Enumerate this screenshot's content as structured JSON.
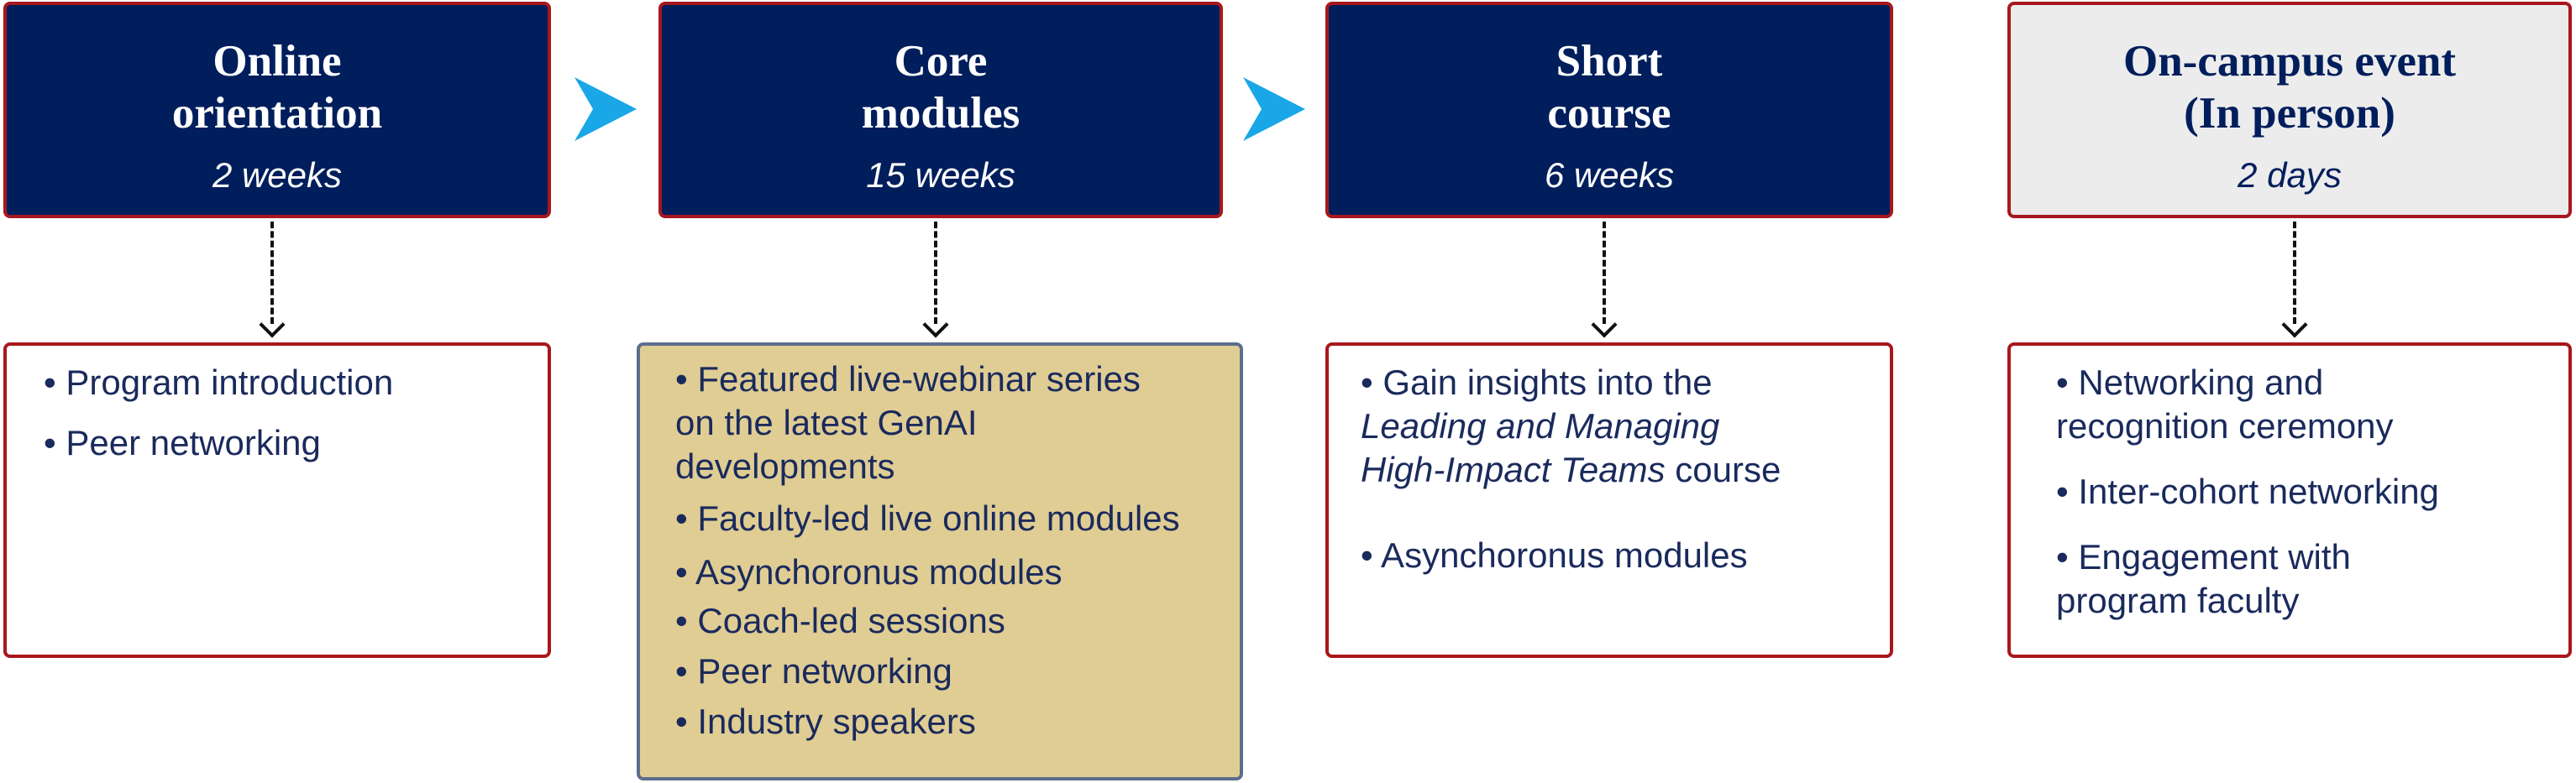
{
  "colors": {
    "header_dark": "#001e5c",
    "header_light": "#ececec",
    "border_red": "#a8171d",
    "core_fill": "#e0cd94",
    "chevron": "#1aa7e8",
    "text_navy": "#1a2a5c"
  },
  "stages": [
    {
      "title": "Online\norientation",
      "duration": "2 weeks",
      "bullets": [
        "• Program introduction",
        "• Peer networking"
      ]
    },
    {
      "title": "Core\nmodules",
      "duration": "15 weeks",
      "bullets": [
        "• Featured live-webinar series\non the latest GenAI\ndevelopments",
        "• Faculty-led live online modules",
        "• Asynchoronus modules",
        "• Coach-led sessions",
        "• Peer networking",
        "• Industry speakers"
      ]
    },
    {
      "title": "Short\ncourse",
      "duration": "6 weeks",
      "bullets": [
        {
          "pre": "• Gain insights into the",
          "em": "Leading and Managing\nHigh-Impact Teams",
          "post": " course"
        },
        "• Asynchoronus modules"
      ]
    },
    {
      "title": "On-campus event\n(In person)",
      "duration": "2 days",
      "bullets": [
        "• Networking and\n recognition ceremony",
        "• Inter-cohort networking",
        "• Engagement with\n  program faculty"
      ]
    }
  ],
  "icons": {
    "flow": "chevron-right-icon",
    "down": "arrow-down-icon"
  }
}
